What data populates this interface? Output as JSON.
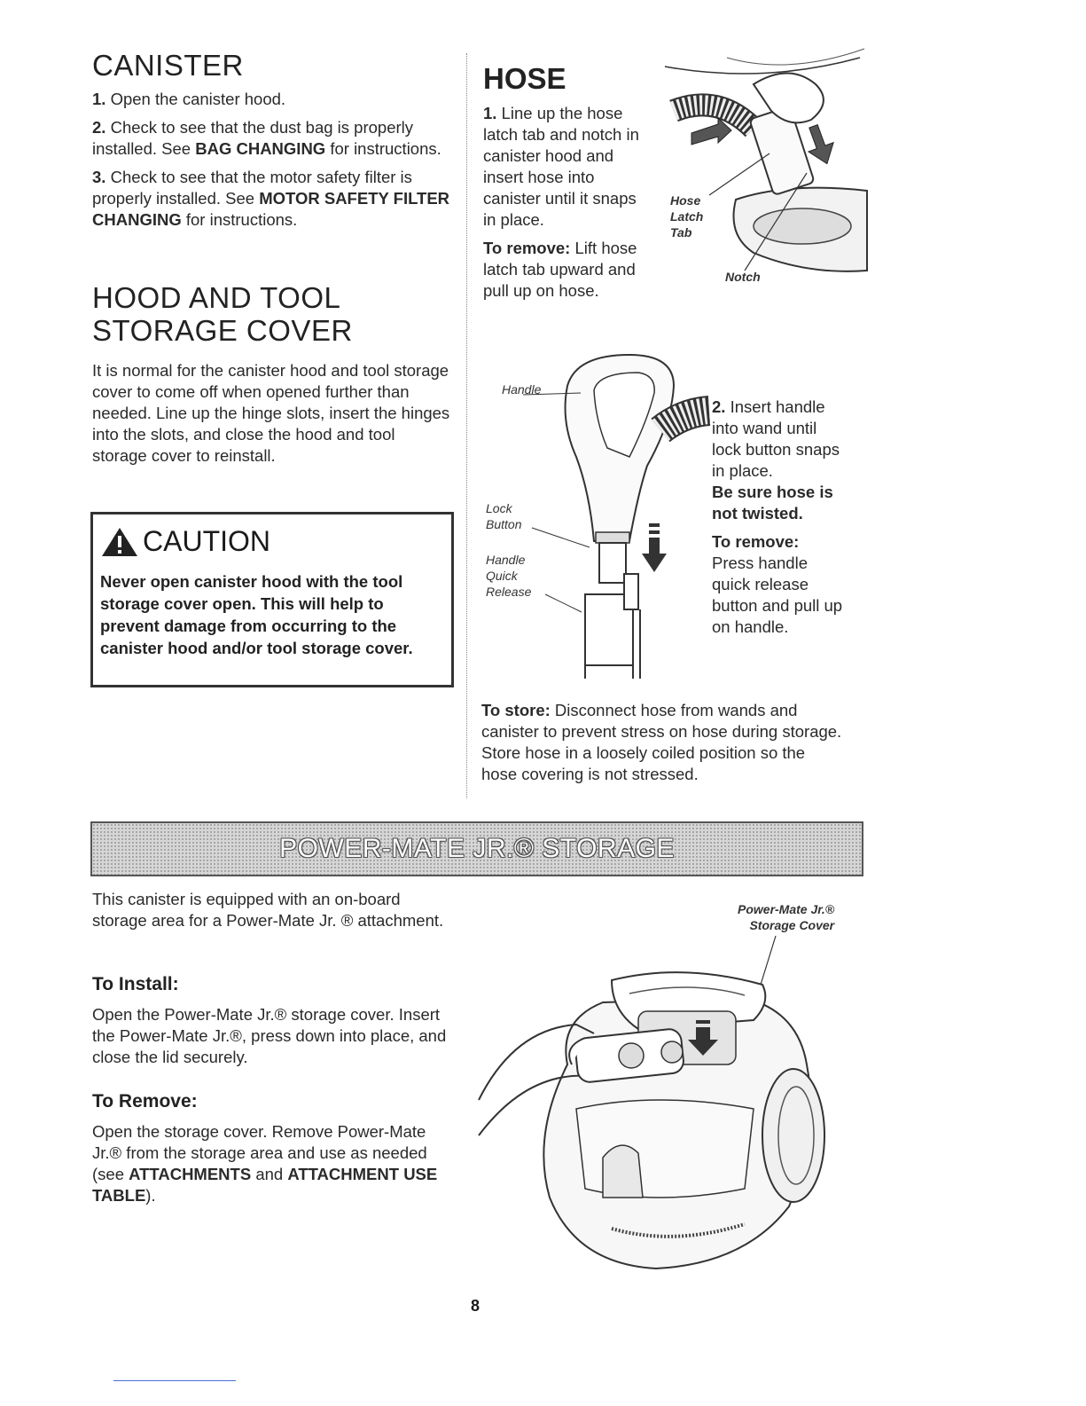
{
  "canister": {
    "title": "CANISTER",
    "steps": [
      {
        "num": "1.",
        "text": "Open the canister hood."
      },
      {
        "num": "2.",
        "pre": "Check to see that the dust bag is properly installed. See ",
        "bold": "BAG CHANGING",
        "post": " for instructions."
      },
      {
        "num": "3.",
        "pre": "Check to see that the motor safety filter is properly installed. See ",
        "bold": "MOTOR SAFETY FILTER CHANGING",
        "post": " for instructions."
      }
    ]
  },
  "hood": {
    "title_line1": "HOOD AND TOOL",
    "title_line2": "STORAGE COVER",
    "text": "It is normal for the canister hood and tool storage cover to come off when opened further than needed. Line up the hinge slots, insert the hinges into the slots, and close the hood and tool storage cover to reinstall."
  },
  "caution": {
    "title": "CAUTION",
    "text": "Never open canister hood with the tool storage cover open. This will help to prevent damage from occurring to the canister hood and/or tool storage cover."
  },
  "hose": {
    "title": "HOSE",
    "step1_num": "1.",
    "step1_text": "Line up the hose latch tab and notch in canister hood and insert hose into canister until it snaps in place.",
    "remove1_label": "To remove:",
    "remove1_text": "Lift hose latch tab upward and pull up on hose.",
    "fig_labels": {
      "hose_latch_tab": [
        "Hose",
        "Latch",
        "Tab"
      ],
      "notch": "Notch"
    },
    "step2_num": "2.",
    "step2_text": "Insert handle into wand until lock button snaps in place.",
    "step2_bold": "Be sure hose is not twisted.",
    "remove2_label": "To remove:",
    "remove2_text": "Press handle quick release button and pull up on handle.",
    "fig2_labels": {
      "handle": "Handle",
      "lock_button": [
        "Lock",
        "Button"
      ],
      "quick_release": [
        "Handle",
        "Quick",
        "Release"
      ]
    },
    "store_label": "To store:",
    "store_text": "Disconnect hose from wands and canister to prevent stress on hose during storage. Store hose in a loosely coiled position so the hose covering is not stressed."
  },
  "pmj": {
    "banner": "POWER-MATE JR.® STORAGE",
    "intro": "This canister is equipped with an on-board storage area for a Power-Mate Jr. ® attachment.",
    "install_head": "To Install:",
    "install_text": "Open the Power-Mate Jr.® storage cover. Insert the Power-Mate Jr.®, press down into place, and close the lid securely.",
    "remove_head": "To Remove:",
    "remove_pre": "Open the storage cover. Remove Power-Mate Jr.® from the storage area and use as needed (see ",
    "remove_b1": "ATTACHMENTS",
    "remove_mid": " and ",
    "remove_b2": "ATTACHMENT USE TABLE",
    "remove_post": ").",
    "fig_label": [
      "Power-Mate Jr.®",
      "Storage Cover"
    ]
  },
  "page_number": "8"
}
